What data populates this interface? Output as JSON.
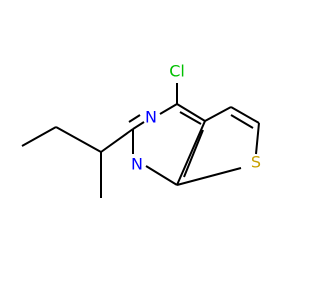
{
  "molecule": {
    "atoms": {
      "chlorine": {
        "label": "Cl",
        "color": "#00c000"
      },
      "nitrogen_top": {
        "label": "N",
        "color": "#0000ff"
      },
      "nitrogen_bottom": {
        "label": "N",
        "color": "#0000ff"
      },
      "sulfur": {
        "label": "S",
        "color": "#c8a000"
      }
    },
    "bond_color": "#000000"
  }
}
